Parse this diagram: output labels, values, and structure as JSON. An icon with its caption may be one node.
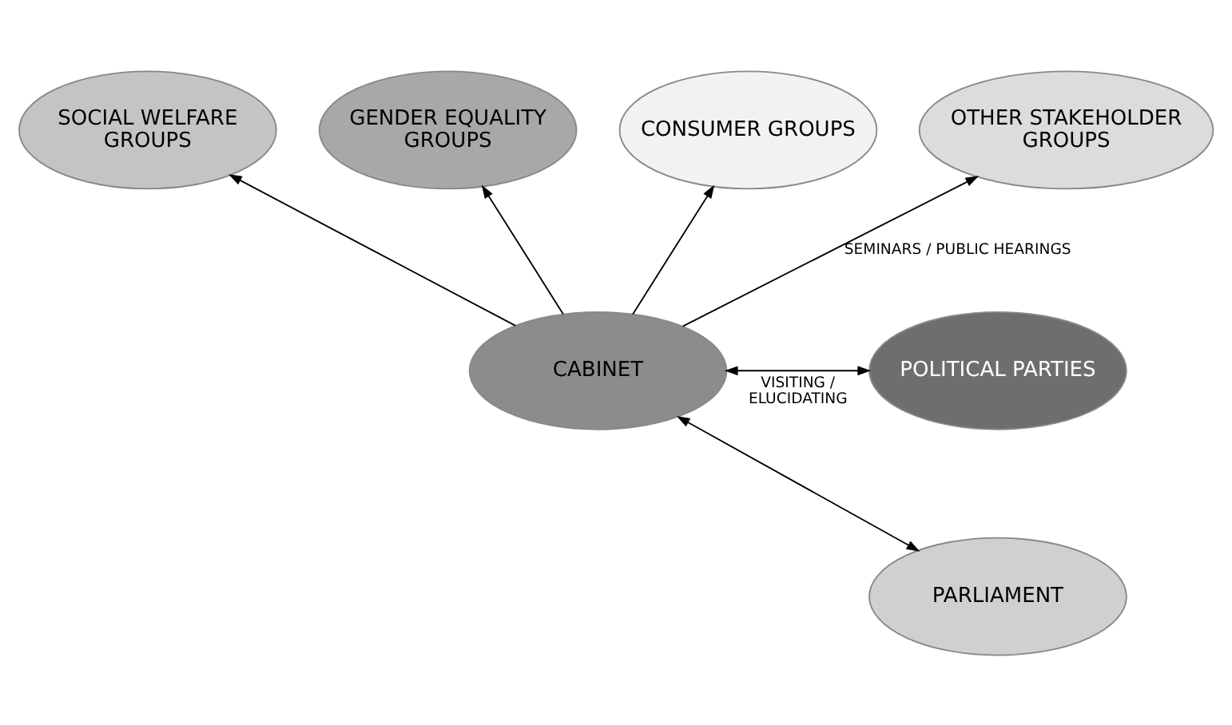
{
  "diagram": {
    "nodes": [
      {
        "text": [
          "SOCIAL WELFARE GROUPS"
        ]
      },
      {
        "text": [
          "GENDER EQUALITY GROUPS"
        ]
      },
      {
        "text": [
          "CONSUMER GROUPS"
        ]
      },
      {
        "text": [
          "OTHER STAKEHOLDER GROUPS"
        ]
      },
      {
        "text": [
          "POLITICAL PARTIES"
        ]
      },
      {
        "text": [
          "CABINET"
        ]
      },
      {
        "text": [
          "PARLIAMENT"
        ]
      }
    ],
    "edges": [
      {
        "from": 5,
        "to": 1,
        "arrow": "to"
      },
      {
        "from": 5,
        "to": 0,
        "arrow": "to"
      },
      {
        "from": 5,
        "to": 2,
        "arrow": "to"
      },
      {
        "from": 5,
        "to": 3,
        "arrow": "to",
        "label": "SEMINARS / PUBLIC HEARINGS"
      },
      {
        "from": 5,
        "to": 4,
        "arrow": "both",
        "label": "VISITING / ELUCIDATING"
      },
      {
        "from": 5,
        "to": 6,
        "arrow": "both"
      }
    ]
  }
}
